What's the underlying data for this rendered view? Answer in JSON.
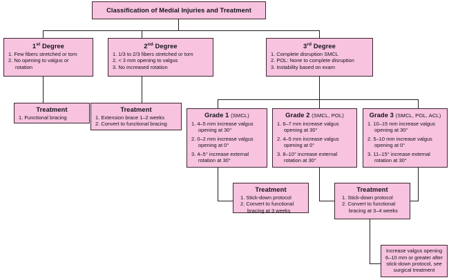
{
  "chart_data": {
    "type": "diagram",
    "title": "Classification of Medial Injuries and Treatment",
    "diagram_kind": "flowchart",
    "orientation": "top-down",
    "palette": {
      "node_fill": "#f7c3de",
      "node_border": "#3a2430",
      "connector": "#241720",
      "background": "#ffffff",
      "text": "#14121a"
    },
    "nodes": [
      {
        "id": "root",
        "label": "Classification of Medial Injuries and Treatment",
        "level": 0
      },
      {
        "id": "deg1",
        "label": "1st Degree",
        "level": 1
      },
      {
        "id": "deg2",
        "label": "2nd Degree",
        "level": 1
      },
      {
        "id": "deg3",
        "label": "3rd Degree",
        "level": 1
      },
      {
        "id": "tx1",
        "label": "Treatment",
        "level": 2
      },
      {
        "id": "tx2",
        "label": "Treatment",
        "level": 2
      },
      {
        "id": "g1",
        "label": "Grade 1 (SMCL)",
        "level": 2
      },
      {
        "id": "g2",
        "label": "Grade 2 (SMCL, POL)",
        "level": 2
      },
      {
        "id": "g3",
        "label": "Grade 3 (SMCL, POL, ACL)",
        "level": 2
      },
      {
        "id": "tx3",
        "label": "Treatment",
        "level": 3
      },
      {
        "id": "tx4",
        "label": "Treatment",
        "level": 3
      },
      {
        "id": "note",
        "label": "Increase valgus opening 6-10 mm or greater after stick-down protocol, see surgical treatment",
        "level": 4
      }
    ],
    "edges": [
      {
        "from": "root",
        "to": "deg1"
      },
      {
        "from": "root",
        "to": "deg2"
      },
      {
        "from": "root",
        "to": "deg3"
      },
      {
        "from": "deg1",
        "to": "tx1"
      },
      {
        "from": "deg2",
        "to": "tx2"
      },
      {
        "from": "deg3",
        "to": "g1"
      },
      {
        "from": "deg3",
        "to": "g2"
      },
      {
        "from": "deg3",
        "to": "g3"
      },
      {
        "from": "g1",
        "to": "tx3"
      },
      {
        "from": "g2",
        "to": "tx4"
      },
      {
        "from": "g3",
        "to": "tx4"
      },
      {
        "from": "tx4",
        "to": "note"
      }
    ]
  },
  "root": {
    "title": "Classification of Medial Injuries and Treatment"
  },
  "degree1": {
    "title_num": "1",
    "title_sup": "st",
    "title_word": "Degree",
    "items": [
      "1.  Few fibers stretched or torn",
      "2.  No opening to valgus or\n     rotation"
    ]
  },
  "degree2": {
    "title_num": "2",
    "title_sup": "nd",
    "title_word": "Degree",
    "items": [
      "1.  1/3 to 2/3 fibers stretched or torn",
      "2.  < 3 mm opening to valgus",
      "3.  No increased rotation"
    ]
  },
  "degree3": {
    "title_num": "3",
    "title_sup": "rd",
    "title_word": "Degree",
    "items": [
      "1.  Complete disruption SMCL",
      "2.  POL: None to complete disruption",
      "3.  Instability based on exam"
    ]
  },
  "treatment1": {
    "title": "Treatment",
    "items": [
      "1.  Functional bracing"
    ]
  },
  "treatment2": {
    "title": "Treatment",
    "items": [
      "1.  Extension brace 1–2 weeks",
      "2.  Convert to functional bracing"
    ]
  },
  "grade1": {
    "title": "Grade 1",
    "title_detail": "(SMCL)",
    "items": [
      "1.  4–5 mm increase valgus\n     opening at 30°",
      "2.  0–2 mm increase valgus\n     opening at 0°",
      "3.  4–5° increase external\n     rotation at 30°"
    ]
  },
  "grade2": {
    "title": "Grade 2",
    "title_detail": "(SMCL, POL)",
    "items": [
      "1.  6–7 mm increase valgus\n     opening at 30°",
      "2.  4–5 mm increase valgus\n     opening at 0°",
      "3.  8–10° increase external\n     rotation at 30°"
    ]
  },
  "grade3": {
    "title": "Grade 3",
    "title_detail": "(SMCL, POL, ACL)",
    "items": [
      "1.  10–15 mm increase valgus\n     opening at 30°",
      "2.  5–10 mm increase valgus\n     opening at 0°",
      "3.  11–15° increase external\n     rotation at 30°"
    ]
  },
  "treatment3": {
    "title": "Treatment",
    "items": [
      "1.  Stick-down protocol",
      "2.  Convert to functional\n     bracing at 3 weeks"
    ]
  },
  "treatment4": {
    "title": "Treatment",
    "items": [
      "1.  Stick-down protocol",
      "2.  Convert to functional\n     bracing at 3–4 weeks"
    ]
  },
  "note": {
    "text": "Increase valgus opening\n6–10 mm or greater after\nstick-down protocol, see\nsurgical treatment"
  }
}
